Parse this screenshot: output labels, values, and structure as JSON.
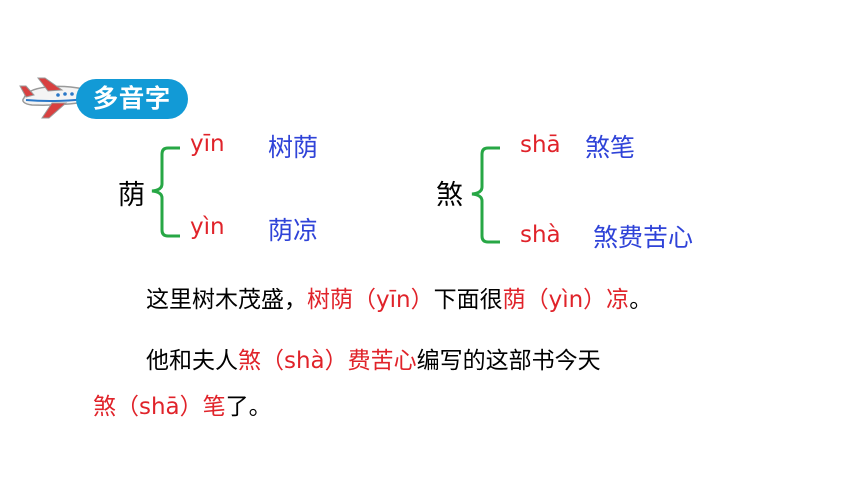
{
  "header": {
    "title": "多音字"
  },
  "left_group": {
    "char": "荫",
    "items": [
      {
        "pinyin": "yīn",
        "word": "树荫"
      },
      {
        "pinyin": "yìn",
        "word": "荫凉"
      }
    ]
  },
  "right_group": {
    "char": "煞",
    "items": [
      {
        "pinyin": "shā",
        "word": "煞笔"
      },
      {
        "pinyin": "shà",
        "word": "煞费苦心"
      }
    ]
  },
  "sentence1": {
    "p1": "这里树木茂盛，",
    "p2": "树荫（yīn）",
    "p3": "下面很",
    "p4": "荫（yìn）凉",
    "p5": "。"
  },
  "sentence2": {
    "p1": "他和夫人",
    "p2": "煞（shà）费苦心",
    "p3": "编写的这部书今天",
    "p4": "煞（shā）笔",
    "p5": "了。"
  },
  "colors": {
    "badge": "#129ad6",
    "pinyin": "#e0232a",
    "word": "#2f43d8",
    "brace": "#27a745"
  }
}
